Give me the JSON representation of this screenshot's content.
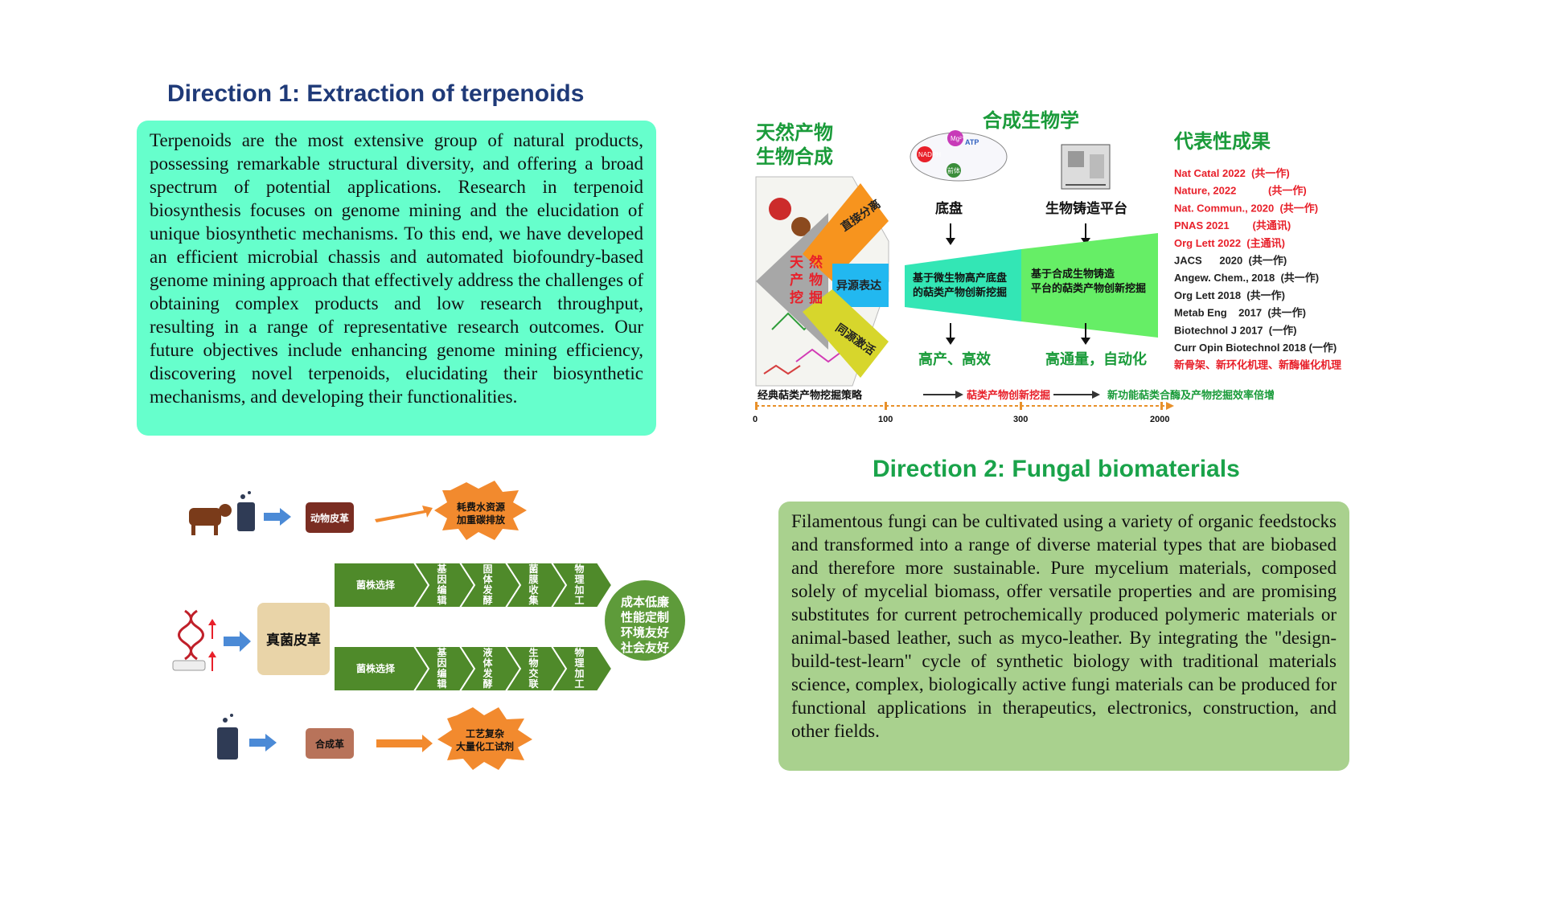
{
  "direction1": {
    "title": "Direction 1: Extraction of terpenoids",
    "body": "Terpenoids are the most extensive group of natural products, possessing remarkable structural diversity, and offering a broad spectrum of potential applications. Research in terpenoid biosynthesis focuses on genome mining and the elucidation of unique biosynthetic mechanisms. To this end, we have developed an efficient microbial chassis and automated biofoundry-based genome mining approach that effectively address the challenges of obtaining complex products and low research throughput, resulting in a range of representative research outcomes. Our future objectives include enhancing genome mining efficiency, discovering novel terpenoids, elucidating their biosynthetic mechanisms, and developing their functionalities."
  },
  "direction2": {
    "title": "Direction 2: Fungal biomaterials",
    "body": "Filamentous fungi can be cultivated using a variety of organic feedstocks and transformed into a range of diverse material types that are biobased and therefore more sustainable. Pure mycelium materials, composed solely of mycelial biomass, offer versatile properties and are promising substitutes for current petrochemically produced polymeric materials or animal-based leather, such as myco-leather. By integrating the \"design-build-test-learn\" cycle of synthetic biology with traditional materials science, complex, biologically active fungi materials can be produced for functional applications in therapeutics, electronics, construction, and other fields."
  },
  "terpenoid_figure": {
    "left_title_line1": "天然产物",
    "left_title_line2": "生物合成",
    "middle_title": "合成生物学",
    "right_title": "代表性成果",
    "center_label": [
      "天",
      "然",
      "产",
      "物",
      "挖",
      "掘"
    ],
    "fan_segments": [
      "直接分离",
      "异源表达",
      "同源激活"
    ],
    "cell_labels": {
      "atp": "ATP",
      "mg": "Mg²⁺",
      "nadph": "NADPH",
      "precursor": "前体"
    },
    "chassis_label": "底盘",
    "platform_label": "生物铸造平台",
    "band1_line1": "基于微生物高产底盘",
    "band1_line2": "的萜类产物创新挖掘",
    "band2_line1": "基于合成生物铸造",
    "band2_line2": "平台的萜类产物创新挖掘",
    "result1": "高产、高效",
    "result2": "高通量，自动化",
    "timeline_labels": [
      "经典萜类产物挖掘策略",
      "萜类产物创新挖掘",
      "新功能萜类合酶及产物挖掘效率倍增"
    ],
    "timeline_ticks": [
      "0",
      "100",
      "300",
      "2000"
    ],
    "publications": [
      {
        "text": "Nat Catal 2022  (共一作)",
        "color": "#e8202a"
      },
      {
        "text": "Nature, 2022           (共一作)",
        "color": "#e8202a"
      },
      {
        "text": "Nat. Commun., 2020  (共一作)",
        "color": "#e8202a"
      },
      {
        "text": "PNAS 2021        (共通讯)",
        "color": "#e8202a"
      },
      {
        "text": "Org Lett 2022  (主通讯)",
        "color": "#e8202a"
      },
      {
        "text": "JACS      2020  (共一作)",
        "color": "#222222"
      },
      {
        "text": "Angew. Chem., 2018  (共一作)",
        "color": "#222222"
      },
      {
        "text": "Org Lett 2018  (共一作)",
        "color": "#222222"
      },
      {
        "text": "Metab Eng    2017  (共一作)",
        "color": "#222222"
      },
      {
        "text": "Biotechnol J 2017  (一作)",
        "color": "#222222"
      },
      {
        "text": "Curr Opin Biotechnol 2018 (一作)",
        "color": "#222222"
      },
      {
        "text": "新骨架、新环化机理、新酶催化机理",
        "color": "#e8202a"
      }
    ]
  },
  "fungal_figure": {
    "animal_leather": "动物皮革",
    "animal_burst_line1": "耗费水资源",
    "animal_burst_line2": "加重碳排放",
    "fungal_leather": "真菌皮革",
    "row1_steps": [
      "菌株选择",
      "基因编辑",
      "固体发酵",
      "菌膜收集",
      "物理加工"
    ],
    "row2_steps": [
      "菌株选择",
      "基因编辑",
      "液体发酵",
      "生物交联",
      "物理加工"
    ],
    "benefits": [
      "成本低廉",
      "性能定制",
      "环境友好",
      "社会友好"
    ],
    "synthetic_leather": "合成革",
    "synthetic_burst_line1": "工艺复杂",
    "synthetic_burst_line2": "大量化工试剂"
  },
  "colors": {
    "heading1": "#1f3a78",
    "heading2": "#1aa34a",
    "box1": "#66ffcc",
    "box2": "#a9d18e",
    "chevron": "#4f8a2a",
    "highlight_red": "#e8202a"
  }
}
